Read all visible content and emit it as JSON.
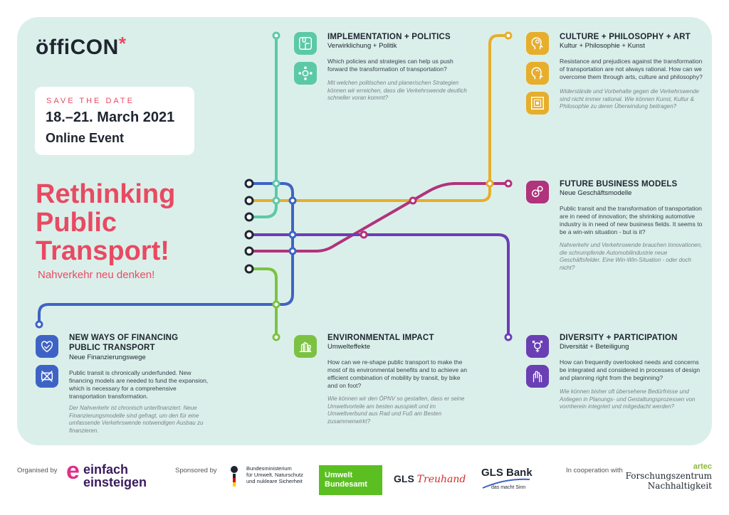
{
  "logo": {
    "text": "öffiCON",
    "star": "*"
  },
  "event": {
    "save_the_date": "SAVE THE DATE",
    "dates": "18.–21. March 2021",
    "format": "Online Event"
  },
  "headline": {
    "line1": "Rethinking",
    "line2": "Public",
    "line3": "Transport!",
    "sub": "Nahverkehr neu denken!"
  },
  "colors": {
    "teal": "#5cc9a6",
    "yellow": "#e6ae2b",
    "magenta": "#b1337c",
    "purple": "#6a3fb4",
    "blue": "#3f63c5",
    "green": "#7cc242",
    "red": "#e84a62",
    "panel": "#dbefea"
  },
  "topics": {
    "implementation": {
      "title": "IMPLEMENTATION + POLITICS",
      "sub": "Verwirklichung + Politik",
      "en": [
        "Which policies and strategies can help us push",
        "forward the transformation of transportation?"
      ],
      "de": [
        "Mit welchen politischen und planerischen Strategien",
        "können wir erreichen, dass die Verkehrswende deutlich",
        "schneller voran kommt?"
      ],
      "icons": [
        "puzzle-icon",
        "network-icon"
      ]
    },
    "culture": {
      "title": "CULTURE + PHILOSOPHY + ART",
      "sub": "Kultur + Philosophie + Kunst",
      "en": [
        "Resistance and prejudices against the transformation",
        "of transportation are not always rational. How can we",
        "overcome them through arts, culture and philosophy?"
      ],
      "de": [
        "Widerstände und Vorbehalte gegen die Verkehrswende",
        "sind nicht immer rational. Wie können Kunst, Kultur &",
        "Philosophie zu deren Überwindung beitragen?"
      ],
      "icons": [
        "head-idea-icon",
        "head-emotion-icon",
        "framed-art-icon"
      ]
    },
    "business": {
      "title": "FUTURE BUSINESS MODELS",
      "sub": "Neue Geschäftsmodelle",
      "en": [
        "Public transit and the transformation of transportation",
        "are in need of innovation; the shrinking automotive",
        "industry is in need of new business fields. It seems to",
        "be a win-win situation - but is it?"
      ],
      "de": [
        "Nahverkehr und Verkehrswende brauchen Innovationen,",
        "die schrumpfende Automobilindustrie neue",
        "Geschäftsfelder. Eine Win-Win-Situation - oder doch",
        "nicht?"
      ],
      "icons": [
        "gears-icon"
      ]
    },
    "financing": {
      "title1": "NEW WAYS OF FINANCING",
      "title2": "PUBLIC TRANSPORT",
      "sub": "Neue Finanzierungswege",
      "en": [
        "Public transit is chronically underfunded. New",
        "financing models are needed to fund the expansion,",
        "which is necessary for a comprehensive",
        "transportation transformation."
      ],
      "de": [
        "Der Nahverkehr ist chronisch unterfinanziert. Neue",
        "Finanzierungsmodelle sind gefragt, um den für eine",
        "umfassende Verkehrswende notwendigen Ausbau zu",
        "finanzieren."
      ],
      "icons": [
        "handshake-icon",
        "no-money-icon"
      ]
    },
    "environment": {
      "title": "ENVIRONMENTAL IMPACT",
      "sub": "Umwelteffekte",
      "en": [
        "How can we re-shape public transport to make the",
        "most of its environmental benefits and to achieve an",
        "efficient combination of mobility by transit, by bike",
        "and on foot?"
      ],
      "de": [
        "Wie können wir den ÖPNV so gestalten, dass er seine",
        "Umweltvorteile am besten ausspielt und im",
        "Umweltverbund aus Rad und Fuß am Besten",
        "zusammenwirkt?"
      ],
      "icons": [
        "city-nature-icon"
      ]
    },
    "diversity": {
      "title": "DIVERSITY + PARTICIPATION",
      "sub": "Diversität + Beteiligung",
      "en": [
        "How can frequently overlooked needs and concerns",
        "be integrated and considered in processes of design",
        "and planning right from the beginning?"
      ],
      "de": [
        "Wie können bisher oft übersehene Bedürfnisse und",
        "Anliegen in Planungs- und Gestaltungsprozessen von",
        "vornherein integriert und mitgedacht werden?"
      ],
      "icons": [
        "gender-icon",
        "raised-hands-icon"
      ]
    }
  },
  "footer": {
    "organised_by": "Organised by",
    "einfach_line1": "einfach",
    "einfach_line2": "einsteigen",
    "sponsored_by": "Sponsored by",
    "bmu_line1": "Bundesministerium",
    "bmu_line2": "für Umwelt, Naturschutz",
    "bmu_line3": "und nukleare Sicherheit",
    "uba_line1": "Umwelt",
    "uba_line2": "Bundesamt",
    "gls_treuhand_a": "GLS",
    "gls_treuhand_b": "Treuhand",
    "gls_bank": "GLS Bank",
    "gls_bank_slogan": "das macht Sinn",
    "cooperation": "In cooperation with",
    "artec": "artec",
    "fz_line1": "Forschungszentrum",
    "fz_line2": "Nachhaltigkeit"
  }
}
